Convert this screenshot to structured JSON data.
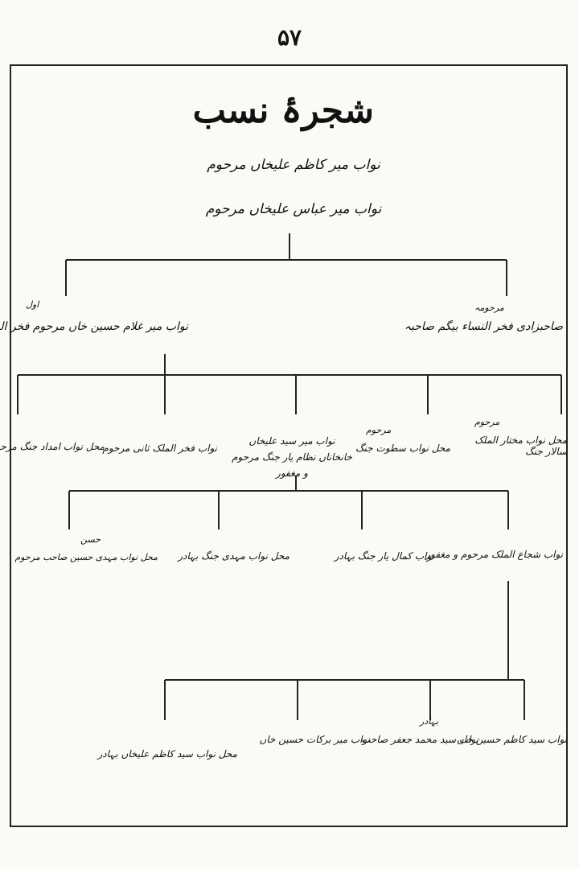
{
  "page_number": "۵۷",
  "title": "شجرۂ نسب",
  "ancestors": [
    "نواب میر کاظم علیخاں مرحوم",
    "نواب میر عباس علیخاں مرحوم"
  ],
  "generation_2": {
    "left": {
      "name": "نواب میر غلام حسین خاں مرحوم فخر الملک",
      "note": "اول"
    },
    "right": {
      "name": "صاحبزادی فخر النساء بیگم صاحبہ",
      "note": "مرحومہ"
    }
  },
  "generation_3": [
    {
      "name": "محل نواب مختار الملک سالار جنگ",
      "note": "مرحوم"
    },
    {
      "name": "محل نواب سطوت جنگ",
      "note": "مرحوم"
    },
    {
      "name": "نواب میر سید علیخاں خانخاناں نظام یار جنگ مرحوم و مغفور",
      "note": ""
    },
    {
      "name": "نواب فخر الملک ثانی مرحوم",
      "note": ""
    },
    {
      "name": "محل نواب امداد جنگ مرحوم",
      "note": ""
    }
  ],
  "generation_4": [
    {
      "name": "نواب شجاع الملک مرحوم و مغفور",
      "note": ""
    },
    {
      "name": "نواب کمال یار جنگ بہادر",
      "note": ""
    },
    {
      "name": "محل نواب مہدی جنگ بہادر",
      "note": ""
    },
    {
      "name": "محل نواب مہدی حسین صاحب مرحوم",
      "note": "حسن"
    }
  ],
  "generation_5": [
    {
      "name": "نواب سید کاظم حسین خاں",
      "note": ""
    },
    {
      "name": "نواب سید محمد جعفر صاحب",
      "note": "بہادر"
    },
    {
      "name": "نواب میر برکات حسین خاں",
      "note": ""
    },
    {
      "name": "محل نواب سید کاظم علیخاں بہادر",
      "note": ""
    }
  ]
}
